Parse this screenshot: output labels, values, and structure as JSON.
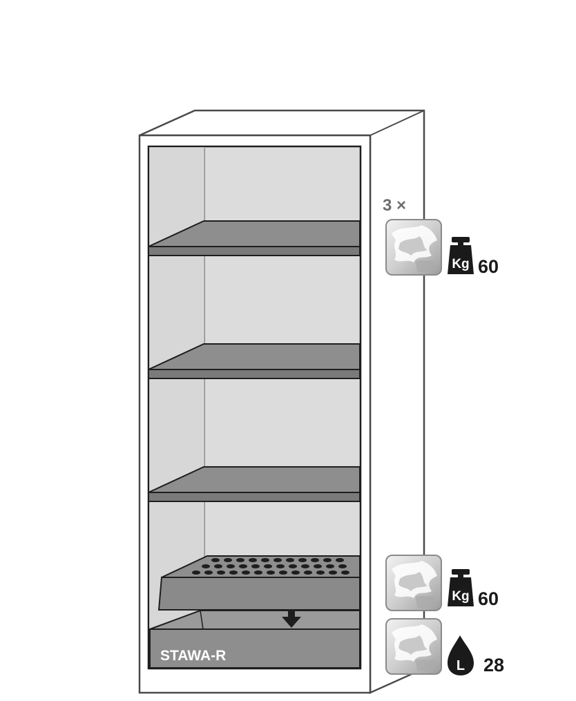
{
  "shelf_multiplier": "3 ×",
  "shelf_load_value": "60",
  "tray_load_value": "60",
  "tray_volume_value": "28",
  "weight_icon_unit": "Kg",
  "volume_icon_unit": "L",
  "tray_label": "STAWA-R",
  "colors": {
    "outline": "#4a4a4a",
    "interior": "#dcdcdc",
    "shelf": "#8e8e8e",
    "shelf_edge": "#7a7a7a",
    "icon": "#1a1a1a"
  },
  "icons": [
    "shelf-material-icon",
    "weight-kg-icon",
    "volume-liter-icon",
    "down-arrow-icon"
  ]
}
